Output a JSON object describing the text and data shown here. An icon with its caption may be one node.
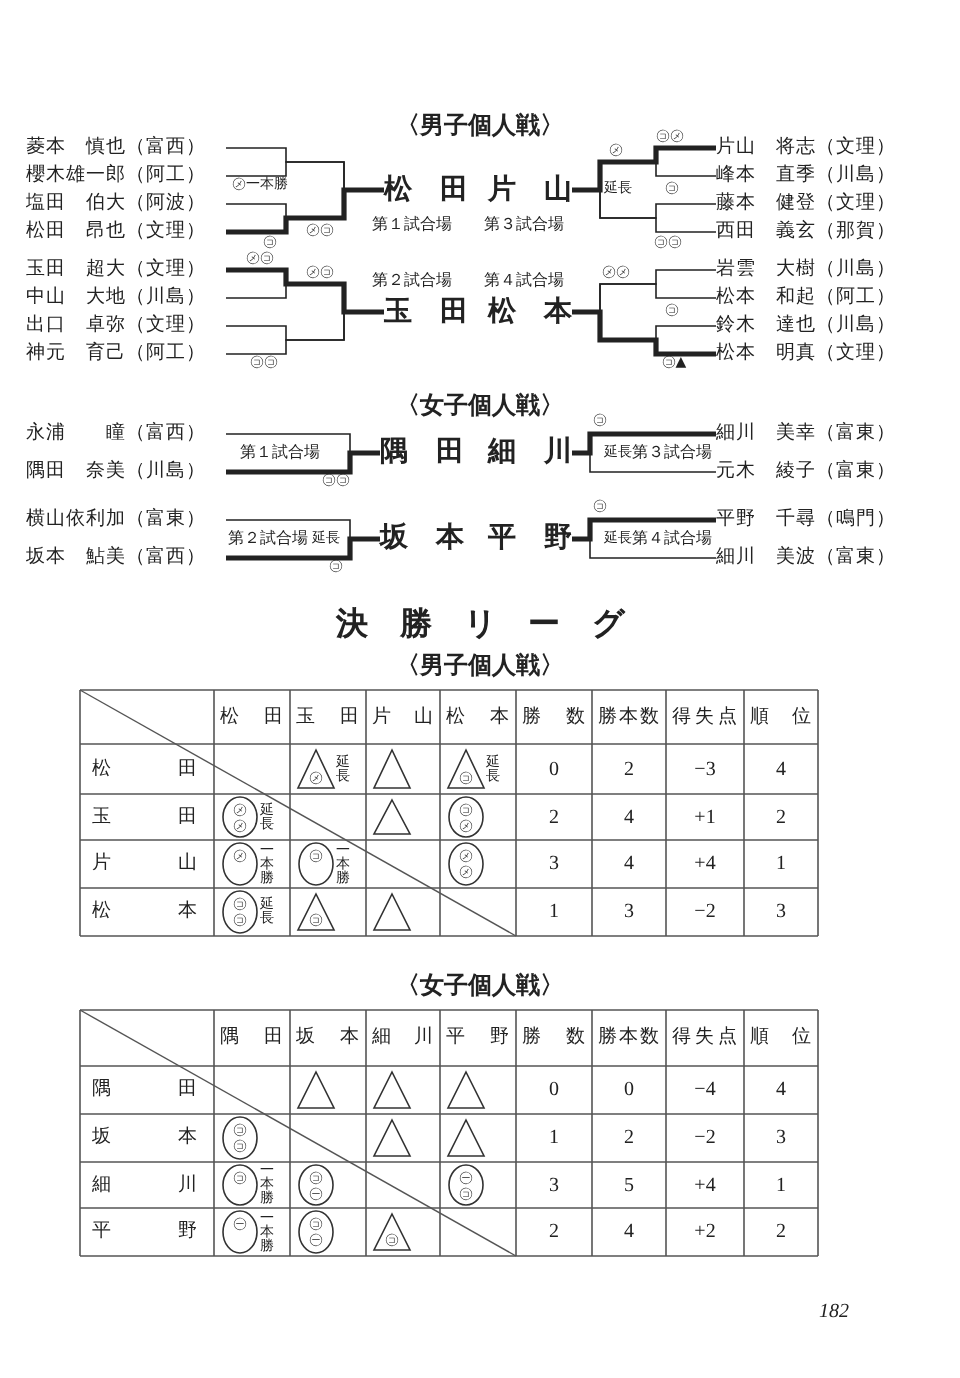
{
  "diagram": {
    "nodes": [
      {
        "text": [
          "菱本　慎也（富西）"
        ]
      },
      {
        "text": [
          "櫻木雄一郎（阿工）"
        ]
      },
      {
        "text": [
          "塩田　伯大（阿波）"
        ]
      },
      {
        "text": [
          "松田　昂也（文理）"
        ]
      },
      {
        "text": [
          "玉田　超大（文理）"
        ]
      },
      {
        "text": [
          "中山　大地（川島）"
        ]
      },
      {
        "text": [
          "出口　卓弥（文理）"
        ]
      },
      {
        "text": [
          "神元　育己（阿工）"
        ]
      },
      {
        "text": [
          "松　田"
        ]
      },
      {
        "text": [
          "玉　田"
        ]
      },
      {
        "text": [
          "片　山"
        ]
      },
      {
        "text": [
          "松　本"
        ]
      },
      {
        "text": [
          "片山　将志（文理）"
        ]
      },
      {
        "text": [
          "峰本　直季（川島）"
        ]
      },
      {
        "text": [
          "藤本　健登（文理）"
        ]
      },
      {
        "text": [
          "西田　義玄（那賀）"
        ]
      },
      {
        "text": [
          "岩雲　大樹（川島）"
        ]
      },
      {
        "text": [
          "松本　和起（阿工）"
        ]
      },
      {
        "text": [
          "鈴木　達也（川島）"
        ]
      },
      {
        "text": [
          "松本　明真（文理）"
        ]
      },
      {
        "text": [
          "永浦　　瞳（富西）"
        ]
      },
      {
        "text": [
          "隅田　奈美（川島）"
        ]
      },
      {
        "text": [
          "横山依利加（富東）"
        ]
      },
      {
        "text": [
          "坂本　鮎美（富西）"
        ]
      },
      {
        "text": [
          "隅　田"
        ]
      },
      {
        "text": [
          "坂　本"
        ]
      },
      {
        "text": [
          "細　川"
        ]
      },
      {
        "text": [
          "平　野"
        ]
      },
      {
        "text": [
          "細川　美幸（富東）"
        ]
      },
      {
        "text": [
          "元木　綾子（富東）"
        ]
      },
      {
        "text": [
          "平野　千尋（鳴門）"
        ]
      },
      {
        "text": [
          "細川　美波（富東）"
        ]
      }
    ],
    "edges": [
      {
        "from": 0,
        "to": 8,
        "arrow": "none"
      },
      {
        "from": 1,
        "to": 8,
        "arrow": "none"
      },
      {
        "from": 2,
        "to": 8,
        "arrow": "none"
      },
      {
        "from": 3,
        "to": 8,
        "arrow": "none",
        "style": "thick"
      },
      {
        "from": 4,
        "to": 9,
        "arrow": "none",
        "style": "thick"
      },
      {
        "from": 5,
        "to": 9,
        "arrow": "none"
      },
      {
        "from": 6,
        "to": 9,
        "arrow": "none"
      },
      {
        "from": 7,
        "to": 9,
        "arrow": "none"
      },
      {
        "from": 12,
        "to": 10,
        "arrow": "none",
        "style": "thick"
      },
      {
        "from": 13,
        "to": 10,
        "arrow": "none"
      },
      {
        "from": 14,
        "to": 10,
        "arrow": "none"
      },
      {
        "from": 15,
        "to": 10,
        "arrow": "none"
      },
      {
        "from": 16,
        "to": 11,
        "arrow": "none"
      },
      {
        "from": 17,
        "to": 11,
        "arrow": "none"
      },
      {
        "from": 18,
        "to": 11,
        "arrow": "none"
      },
      {
        "from": 19,
        "to": 11,
        "arrow": "none",
        "style": "thick"
      },
      {
        "from": 20,
        "to": 24,
        "arrow": "none"
      },
      {
        "from": 21,
        "to": 24,
        "arrow": "none",
        "style": "thick"
      },
      {
        "from": 22,
        "to": 25,
        "arrow": "none"
      },
      {
        "from": 23,
        "to": 25,
        "arrow": "none",
        "style": "thick"
      },
      {
        "from": 28,
        "to": 26,
        "arrow": "none",
        "style": "thick"
      },
      {
        "from": 29,
        "to": 26,
        "arrow": "none"
      },
      {
        "from": 30,
        "to": 27,
        "arrow": "none",
        "style": "thick"
      },
      {
        "from": 31,
        "to": 27,
        "arrow": "none"
      }
    ],
    "labels": [
      "〈男子個人戦〉",
      "㋱一本勝",
      "㋙",
      "㋱㋙",
      "㋱㋙",
      "第１試合場",
      "第２試合場",
      "㋱㋙",
      "㋙㋙",
      "㋙㋱",
      "㋱",
      "延長",
      "㋙",
      "第３試合場",
      "㋙㋙",
      "第４試合場",
      "㋱㋱",
      "㋙",
      "㋙▲",
      "〈女子個人戦〉",
      "第１試合場",
      "㋙㋙",
      "第２試合場",
      "延長",
      "㋙",
      "㋙",
      "延長",
      "第３試合場",
      "㋙",
      "延長",
      "第４試合場",
      "決　勝　リ　ー　グ",
      "〈男子個人戦〉",
      "松　田",
      "玉　田",
      "片　山",
      "松　本",
      "勝　数",
      "勝本数",
      "得失点",
      "順　位",
      "松　田",
      "㋱",
      "延長",
      "㋙",
      "延長",
      "0",
      "2",
      "−3",
      "4",
      "玉　田",
      "㋱㋱",
      "延長",
      "㋙㋱",
      "2",
      "4",
      "+1",
      "2",
      "片　山",
      "㋱",
      "一本勝",
      "㋙",
      "一本勝",
      "㋱㋱",
      "3",
      "4",
      "+4",
      "1",
      "松　本",
      "㋙㋙",
      "延長",
      "㋙",
      "1",
      "3",
      "−2",
      "3",
      "〈女子個人戦〉",
      "隅　田",
      "坂　本",
      "細　川",
      "平　野",
      "勝　数",
      "勝本数",
      "得失点",
      "順　位",
      "隅　田",
      "0",
      "0",
      "−4",
      "4",
      "坂　本",
      "㋙㋙",
      "1",
      "2",
      "−2",
      "3",
      "細　川",
      "㋙",
      "一本勝",
      "㋙㊀",
      "㊀㋙",
      "3",
      "5",
      "+4",
      "1",
      "平　野",
      "㊀",
      "一本勝",
      "㋙㊀",
      "㋙",
      "2",
      "4",
      "+2",
      "2",
      "182"
    ]
  }
}
